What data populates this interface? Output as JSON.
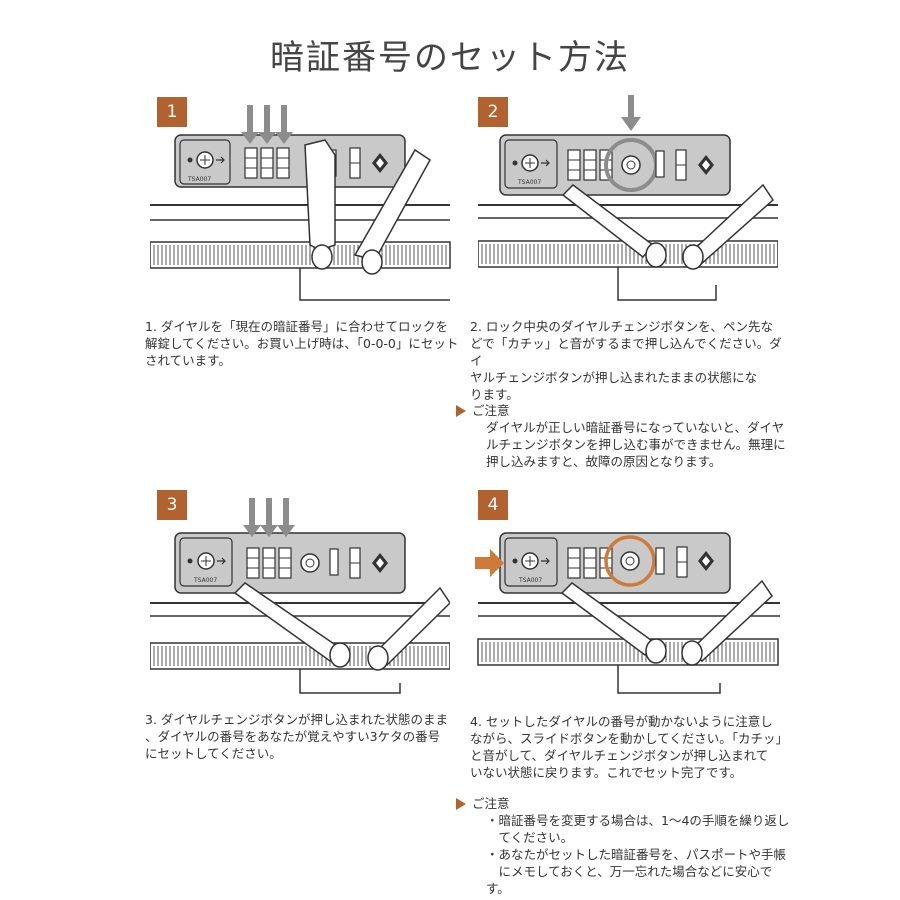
{
  "page": {
    "title": "暗証番号のセット方法"
  },
  "steps": [
    {
      "number": "1",
      "tsa_label": "TSA007",
      "text_lines": [
        "1. ダイヤルを「現在の暗証番号」に合わせてロックを",
        "解錠してください。お買い上げ時は、「0-0-0」にセット",
        "されています。"
      ]
    },
    {
      "number": "2",
      "tsa_label": "TSA007",
      "text_lines": [
        "2. ロック中央のダイヤルチェンジボタンを、ペン先な",
        "どで「カチッ」と音がするまで押し込んでください。ダイ",
        "ヤルチェンジボタンが押し込まれたままの状態にな",
        "ります。"
      ],
      "caution_title": "ご注意",
      "caution_lines": [
        "ダイヤルが正しい暗証番号になっていないと、ダイヤ",
        "ルチェンジボタンを押し込む事ができません。無理に",
        "押し込みますと、故障の原因となります。"
      ]
    },
    {
      "number": "3",
      "tsa_label": "TSA007",
      "text_lines": [
        "3. ダイヤルチェンジボタンが押し込まれた状態のまま",
        "、ダイヤルの番号をあなたが覚えやすい3ケタの番号",
        "にセットしてください。"
      ]
    },
    {
      "number": "4",
      "tsa_label": "TSA007",
      "text_lines": [
        "4. セットしたダイヤルの番号が動かないように注意し",
        "ながら、スライドボタンを動かしてください。「カチッ」",
        "と音がして、ダイヤルチェンジボタンが押し込まれて",
        "いない状態に戻ります。これでセット完了です。"
      ],
      "caution_title": "ご注意",
      "caution_lines": [
        "・暗証番号を変更する場合は、1～4の手順を繰り返し",
        "　てください。",
        "・あなたがセットした暗証番号を、パスポートや手帳",
        "　にメモしておくと、万一忘れた場合などに安心です。"
      ]
    }
  ],
  "colors": {
    "accent": "#b2622f",
    "arrow_gray": "#8c8c8c",
    "lock_body": "#c9c9c9",
    "highlight_orange": "#d07a3a"
  }
}
